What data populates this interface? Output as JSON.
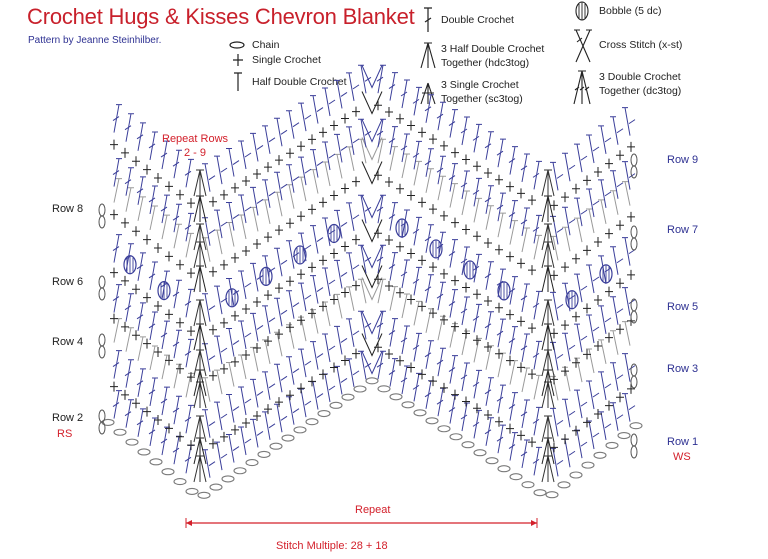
{
  "header": {
    "title": "Crochet Hugs & Kisses Chevron Blanket",
    "byline": "Pattern by Jeanne Steinhilber."
  },
  "legend": {
    "chain": "Chain",
    "single_crochet": "Single Crochet",
    "half_double_crochet": "Half Double Crochet",
    "double_crochet": "Double Crochet",
    "hdc3tog_line1": "3 Half Double Crochet",
    "hdc3tog_line2": "Together (hdc3tog)",
    "sc3tog_line1": "3 Single Crochet",
    "sc3tog_line2": "Together (sc3tog)",
    "bobble": "Bobble (5 dc)",
    "cross_stitch": "Cross Stitch (x-st)",
    "dc3tog_line1": "3 Double Crochet",
    "dc3tog_line2": "Together (dc3tog)"
  },
  "rows_left": [
    "Row 8",
    "Row 6",
    "Row 4",
    "Row 2"
  ],
  "rows_right": [
    "Row 9",
    "Row 7",
    "Row 5",
    "Row 3",
    "Row 1"
  ],
  "annotations": {
    "repeat_rows_line1": "Repeat Rows",
    "repeat_rows_line2": "2 - 9",
    "rs": "RS",
    "ws": "WS",
    "repeat": "Repeat",
    "stitch_multiple": "Stitch Multiple: 28 + 18"
  },
  "colors": {
    "title_red": "#c8202b",
    "accent_blue": "#2e3192",
    "stitch_blue": "#3b3f9a",
    "stitch_grey": "#9a9a9a",
    "ink": "#222222"
  }
}
